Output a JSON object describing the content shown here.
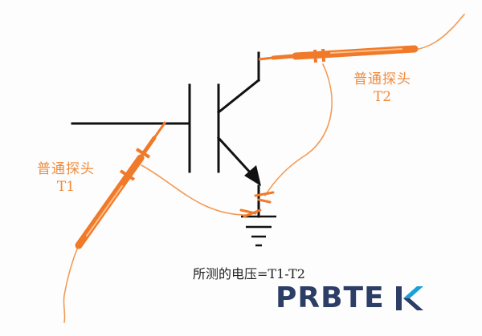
{
  "probe_t2": {
    "name": "普通探头",
    "id": "T2"
  },
  "probe_t1": {
    "name": "普通探头",
    "id": "T1"
  },
  "caption": "所测的电压=T1-T2",
  "brand": {
    "letters": "PRBTE",
    "mark_letter": "K",
    "text_color": "#2c3e66",
    "mark_color": "#1aa0d8"
  },
  "colors": {
    "probe": "#f07a2a",
    "wire": "#f39a55",
    "circuit": "#111111",
    "label": "#f08a3c"
  }
}
